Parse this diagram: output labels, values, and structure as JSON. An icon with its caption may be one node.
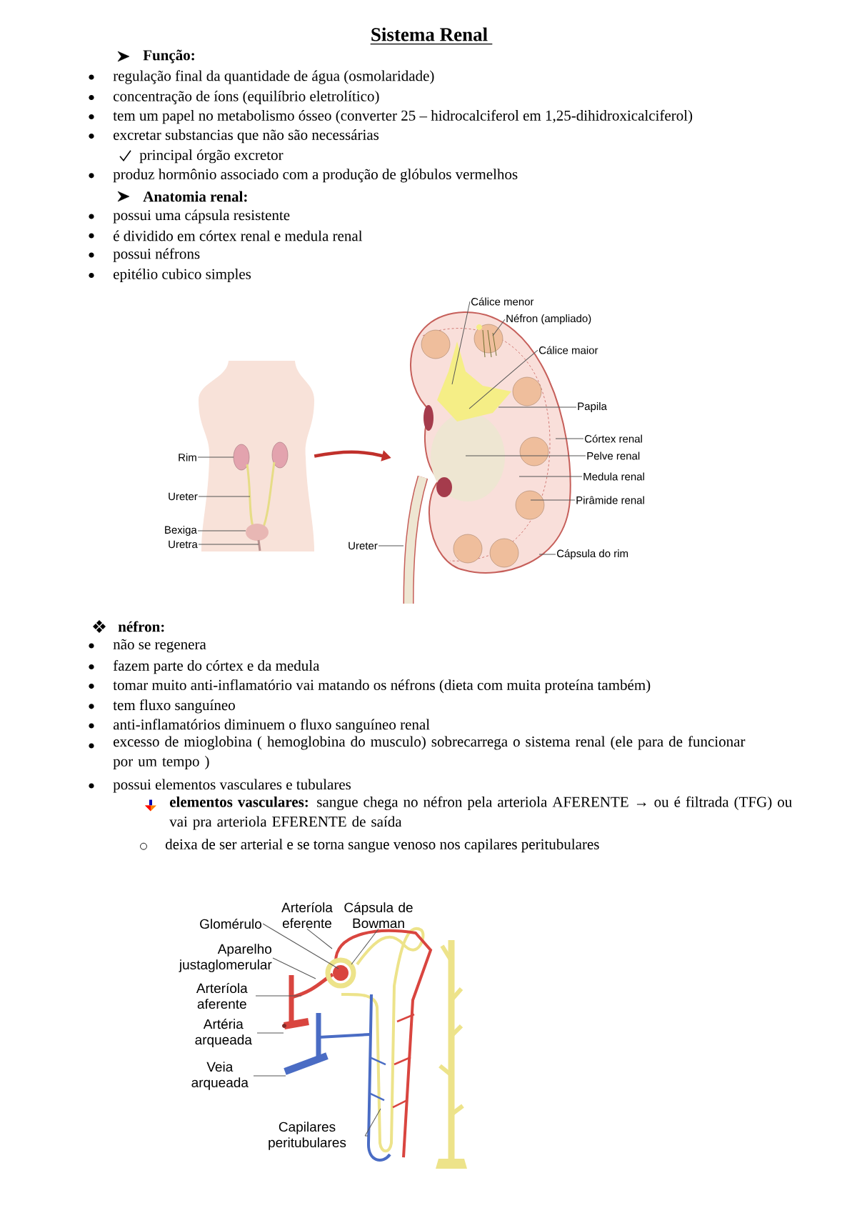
{
  "diagram": {
    "title": "Sistema Renal",
    "nodes": [
      {
        "text": [],
        "shape": "picture"
      },
      {
        "text": [
          "Rim"
        ]
      },
      {
        "text": [
          "Ureter"
        ]
      },
      {
        "text": [
          "Bexiga"
        ]
      },
      {
        "text": [
          "Uretra"
        ]
      },
      {
        "text": [],
        "shape": "picture"
      },
      {
        "text": [
          "Cálice menor"
        ]
      },
      {
        "text": [
          "Néfron (ampliado)"
        ]
      },
      {
        "text": [
          "Cálice maior"
        ]
      },
      {
        "text": [
          "Papila"
        ]
      },
      {
        "text": [
          "Córtex renal"
        ]
      },
      {
        "text": [
          "Pelve renal"
        ]
      },
      {
        "text": [
          "Medula renal"
        ]
      },
      {
        "text": [
          "Pirâmide renal"
        ]
      },
      {
        "text": [
          "Ureter"
        ]
      },
      {
        "text": [
          "Cápsula do rim"
        ]
      },
      {
        "text": [
          "Arteríola eferente"
        ]
      },
      {
        "text": [
          "Cápsula de Bowman"
        ]
      },
      {
        "text": [
          "Glomérulo"
        ]
      },
      {
        "text": [
          "Aparelho justaglomerular"
        ]
      },
      {
        "text": [
          "Arteríola aferente"
        ]
      },
      {
        "text": [
          "Artéria arqueada"
        ]
      },
      {
        "text": [
          "Veia arqueada"
        ]
      },
      {
        "text": [
          "Capilares peritubulares"
        ]
      },
      {
        "text": [],
        "shape": "picture"
      }
    ],
    "edges": [
      {
        "from": 1,
        "to": 0,
        "arrow": "none"
      },
      {
        "from": 2,
        "to": 0,
        "arrow": "none"
      },
      {
        "from": 3,
        "to": 0,
        "arrow": "none"
      },
      {
        "from": 4,
        "to": 0,
        "arrow": "none"
      },
      {
        "from": 0,
        "to": 5,
        "arrow": "to",
        "style": "thick",
        "color": "#c0302b"
      },
      {
        "from": 6,
        "to": 5,
        "arrow": "none"
      },
      {
        "from": 7,
        "to": 5,
        "arrow": "none"
      },
      {
        "from": 8,
        "to": 5,
        "arrow": "none"
      },
      {
        "from": 9,
        "to": 5,
        "arrow": "none"
      },
      {
        "from": 10,
        "to": 5,
        "arrow": "none"
      },
      {
        "from": 11,
        "to": 5,
        "arrow": "none"
      },
      {
        "from": 12,
        "to": 5,
        "arrow": "none"
      },
      {
        "from": 13,
        "to": 5,
        "arrow": "none"
      },
      {
        "from": 14,
        "to": 5,
        "arrow": "none"
      },
      {
        "from": 15,
        "to": 5,
        "arrow": "none"
      },
      {
        "from": 16,
        "to": 24,
        "arrow": "none"
      },
      {
        "from": 17,
        "to": 24,
        "arrow": "none"
      },
      {
        "from": 18,
        "to": 24,
        "arrow": "none"
      },
      {
        "from": 19,
        "to": 24,
        "arrow": "none"
      },
      {
        "from": 20,
        "to": 24,
        "arrow": "none"
      },
      {
        "from": 21,
        "to": 24,
        "arrow": "none"
      },
      {
        "from": 22,
        "to": 24,
        "arrow": "none"
      },
      {
        "from": 23,
        "to": 24,
        "arrow": "none"
      },
      {
        "from": 23,
        "to": 24,
        "arrow": "none"
      }
    ],
    "labels": [
      "Função:",
      "regulação final da quantidade de água (osmolaridade)",
      "concentração de íons (equilíbrio eletrolítico)",
      "tem um papel no metabolismo ósseo (converter 25 – hidrocalciferol em 1,25-dihidroxicalciferol)",
      "excretar substancias que não são necessárias",
      "principal órgão excretor",
      "produz hormônio associado com a produção de glóbulos vermelhos",
      "Anatomia renal:",
      "possui uma cápsula resistente",
      "é dividido em córtex renal e medula renal",
      "possui néfrons",
      "epitélio cubico simples",
      "néfron:",
      "não se regenera",
      "fazem parte do córtex e da medula",
      "tomar muito anti-inflamatório vai matando os néfrons (dieta com muita proteína também)",
      "tem fluxo sanguíneo",
      "anti-inflamatórios diminuem o fluxo sanguíneo renal",
      "excesso de mioglobina ( hemoglobina do musculo) sobrecarrega o sistema renal (ele para de funcionar por um tempo )",
      "possui elementos vasculares e tubulares",
      "**elementos vasculares:** sangue chega no néfron pela arteriola AFERENTE → ou é filtrada (TFG) ou vai pra arteriola EFERENTE de saída",
      "deixa de ser arterial e se torna sangue venoso nos capilares peritubulares"
    ]
  }
}
